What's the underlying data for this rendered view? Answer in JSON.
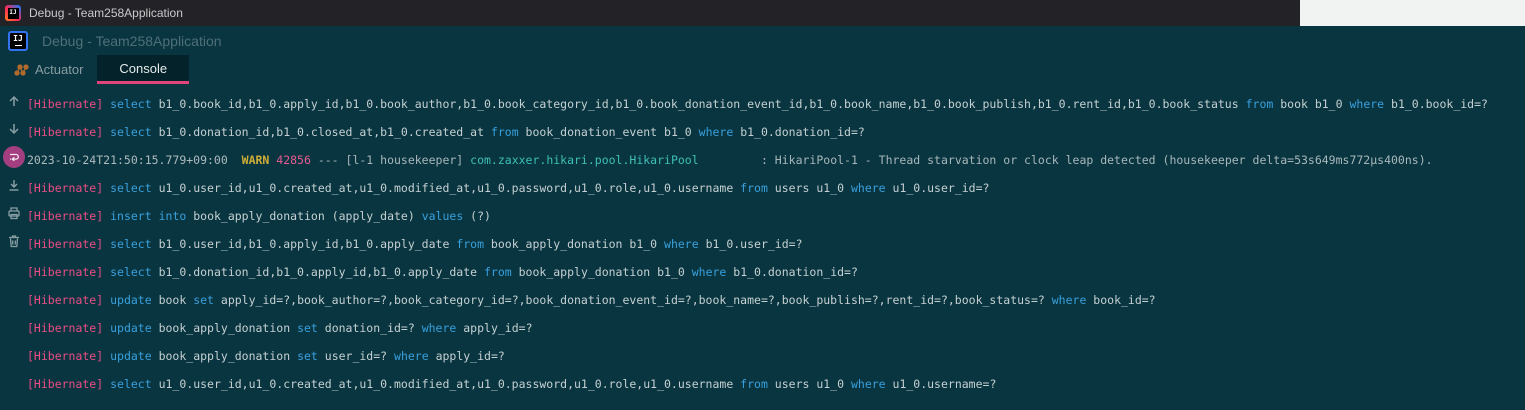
{
  "window": {
    "title": "Debug - Team258Application"
  },
  "panel": {
    "header_title": "Debug - Team258Application"
  },
  "tabs": {
    "actuator": {
      "label": "Actuator",
      "icon": "actuator-graph-icon",
      "active": false
    },
    "console": {
      "label": "Console",
      "active": true
    }
  },
  "toolbar": {
    "icons": [
      {
        "name": "up-arrow-icon"
      },
      {
        "name": "down-arrow-icon"
      },
      {
        "name": "soft-wrap-icon",
        "state": "active"
      },
      {
        "name": "scroll-to-end-icon"
      },
      {
        "name": "print-icon"
      },
      {
        "name": "clear-all-icon"
      }
    ]
  },
  "colors": {
    "bg": "#083540",
    "titlebar_bg": "#232227",
    "titlebar_text": "#c9cacb",
    "corner_bg": "#f1f2f2",
    "dim_text": "#4f6f78",
    "tab_text": "#8a9da2",
    "tab_active_text": "#e6ebeb",
    "tab_active_bg": "#04222a",
    "tab_underline": "#e1437d",
    "icon": "#8ba0a5",
    "wrap_circle": "#a33f80",
    "actuator_icon": "#b06a2d",
    "tag": "#ec4d85",
    "keyword": "#39a0dd",
    "code": "#c6d0d2",
    "timestamp": "#aebabd",
    "warn": "#d0ae36",
    "pid": "#e85a92",
    "logger": "#3ec0b4",
    "message": "#a9b7ba"
  },
  "console": {
    "lines": [
      {
        "tokens": [
          [
            "tag",
            "[Hibernate]"
          ],
          [
            "code",
            " "
          ],
          [
            "kw",
            "select"
          ],
          [
            "code",
            " b1_0.book_id,b1_0.apply_id,b1_0.book_author,b1_0.book_category_id,b1_0.book_donation_event_id,b1_0.book_name,b1_0.book_publish,b1_0.rent_id,b1_0.book_status "
          ],
          [
            "kw",
            "from"
          ],
          [
            "code",
            " book b1_0 "
          ],
          [
            "kw",
            "where"
          ],
          [
            "code",
            " b1_0.book_id=?"
          ]
        ]
      },
      {
        "tokens": [
          [
            "tag",
            "[Hibernate]"
          ],
          [
            "code",
            " "
          ],
          [
            "kw",
            "select"
          ],
          [
            "code",
            " b1_0.donation_id,b1_0.closed_at,b1_0.created_at "
          ],
          [
            "kw",
            "from"
          ],
          [
            "code",
            " book_donation_event b1_0 "
          ],
          [
            "kw",
            "where"
          ],
          [
            "code",
            " b1_0.donation_id=?"
          ]
        ]
      },
      {
        "tokens": [
          [
            "ts",
            "2023-10-24T21:50:15.779+09:00"
          ],
          [
            "msg",
            "  "
          ],
          [
            "warn",
            "WARN"
          ],
          [
            "pid",
            " 42856"
          ],
          [
            "msg",
            " --- [l-1 housekeeper] "
          ],
          [
            "logger",
            "com.zaxxer.hikari.pool.HikariPool"
          ],
          [
            "msg",
            "         : HikariPool-1 - Thread starvation or clock leap detected (housekeeper delta=53s649ms772µs400ns)."
          ]
        ]
      },
      {
        "tokens": [
          [
            "tag",
            "[Hibernate]"
          ],
          [
            "code",
            " "
          ],
          [
            "kw",
            "select"
          ],
          [
            "code",
            " u1_0.user_id,u1_0.created_at,u1_0.modified_at,u1_0.password,u1_0.role,u1_0.username "
          ],
          [
            "kw",
            "from"
          ],
          [
            "code",
            " users u1_0 "
          ],
          [
            "kw",
            "where"
          ],
          [
            "code",
            " u1_0.user_id=?"
          ]
        ]
      },
      {
        "tokens": [
          [
            "tag",
            "[Hibernate]"
          ],
          [
            "code",
            " "
          ],
          [
            "kw",
            "insert"
          ],
          [
            "code",
            " "
          ],
          [
            "kw",
            "into"
          ],
          [
            "code",
            " book_apply_donation (apply_date) "
          ],
          [
            "kw",
            "values"
          ],
          [
            "code",
            " (?)"
          ]
        ]
      },
      {
        "tokens": [
          [
            "tag",
            "[Hibernate]"
          ],
          [
            "code",
            " "
          ],
          [
            "kw",
            "select"
          ],
          [
            "code",
            " b1_0.user_id,b1_0.apply_id,b1_0.apply_date "
          ],
          [
            "kw",
            "from"
          ],
          [
            "code",
            " book_apply_donation b1_0 "
          ],
          [
            "kw",
            "where"
          ],
          [
            "code",
            " b1_0.user_id=?"
          ]
        ]
      },
      {
        "tokens": [
          [
            "tag",
            "[Hibernate]"
          ],
          [
            "code",
            " "
          ],
          [
            "kw",
            "select"
          ],
          [
            "code",
            " b1_0.donation_id,b1_0.apply_id,b1_0.apply_date "
          ],
          [
            "kw",
            "from"
          ],
          [
            "code",
            " book_apply_donation b1_0 "
          ],
          [
            "kw",
            "where"
          ],
          [
            "code",
            " b1_0.donation_id=?"
          ]
        ]
      },
      {
        "tokens": [
          [
            "tag",
            "[Hibernate]"
          ],
          [
            "code",
            " "
          ],
          [
            "kw",
            "update"
          ],
          [
            "code",
            " book "
          ],
          [
            "kw",
            "set"
          ],
          [
            "code",
            " apply_id=?,book_author=?,book_category_id=?,book_donation_event_id=?,book_name=?,book_publish=?,rent_id=?,book_status=? "
          ],
          [
            "kw",
            "where"
          ],
          [
            "code",
            " book_id=?"
          ]
        ]
      },
      {
        "tokens": [
          [
            "tag",
            "[Hibernate]"
          ],
          [
            "code",
            " "
          ],
          [
            "kw",
            "update"
          ],
          [
            "code",
            " book_apply_donation "
          ],
          [
            "kw",
            "set"
          ],
          [
            "code",
            " donation_id=? "
          ],
          [
            "kw",
            "where"
          ],
          [
            "code",
            " apply_id=?"
          ]
        ]
      },
      {
        "tokens": [
          [
            "tag",
            "[Hibernate]"
          ],
          [
            "code",
            " "
          ],
          [
            "kw",
            "update"
          ],
          [
            "code",
            " book_apply_donation "
          ],
          [
            "kw",
            "set"
          ],
          [
            "code",
            " user_id=? "
          ],
          [
            "kw",
            "where"
          ],
          [
            "code",
            " apply_id=?"
          ]
        ]
      },
      {
        "tokens": [
          [
            "tag",
            "[Hibernate]"
          ],
          [
            "code",
            " "
          ],
          [
            "kw",
            "select"
          ],
          [
            "code",
            " u1_0.user_id,u1_0.created_at,u1_0.modified_at,u1_0.password,u1_0.role,u1_0.username "
          ],
          [
            "kw",
            "from"
          ],
          [
            "code",
            " users u1_0 "
          ],
          [
            "kw",
            "where"
          ],
          [
            "code",
            " u1_0.username=?"
          ]
        ]
      }
    ]
  }
}
